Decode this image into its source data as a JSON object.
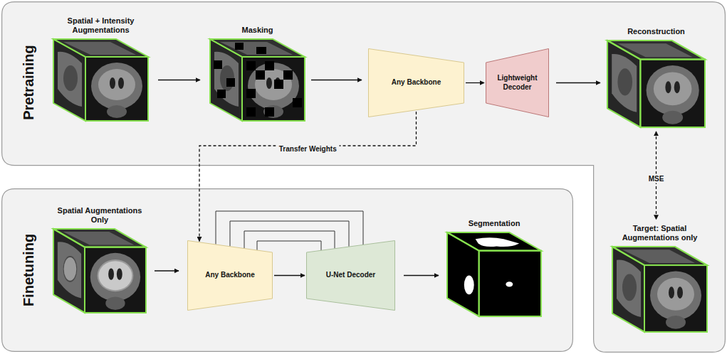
{
  "diagram": {
    "nodes": [
      {
        "text": [
          "Pretraining"
        ]
      },
      {
        "text": [
          "Spatial + Intensity Augmentations"
        ],
        "in": 0
      },
      {
        "text": [
          "Masking"
        ],
        "in": 0
      },
      {
        "text": [
          "Any Backbone"
        ],
        "in": 0
      },
      {
        "text": [
          "Lightweight Decoder"
        ],
        "in": 0
      },
      {
        "text": [
          "Reconstruction"
        ],
        "in": 0
      },
      {
        "text": [
          "Target: Spatial Augmentations only"
        ],
        "in": 0
      },
      {
        "text": [
          "Finetuning"
        ]
      },
      {
        "text": [
          "Spatial Augmentations Only"
        ],
        "in": 7
      },
      {
        "text": [
          "Any Backbone"
        ],
        "in": 7
      },
      {
        "text": [
          "U-Net Decoder"
        ],
        "in": 7
      },
      {
        "text": [
          "Segmentation"
        ],
        "in": 7
      }
    ],
    "edges": [
      {
        "from": 1,
        "to": 2,
        "arrow": "to"
      },
      {
        "from": 2,
        "to": 3,
        "arrow": "to"
      },
      {
        "from": 3,
        "to": 4,
        "arrow": "to"
      },
      {
        "from": 4,
        "to": 5,
        "arrow": "to"
      },
      {
        "from": 5,
        "to": 6,
        "label": "MSE",
        "arrow": "both"
      },
      {
        "from": 3,
        "to": 9,
        "label": "Transfer Weights",
        "arrow": "to"
      },
      {
        "from": 8,
        "to": 9,
        "arrow": "to"
      },
      {
        "from": 9,
        "to": 10,
        "arrow": "to"
      },
      {
        "from": 10,
        "to": 11,
        "arrow": "to"
      },
      {
        "from": 9,
        "to": 10,
        "arrow": "none"
      },
      {
        "from": 9,
        "to": 10,
        "arrow": "none"
      },
      {
        "from": 9,
        "to": 10,
        "arrow": "none"
      },
      {
        "from": 9,
        "to": 10,
        "arrow": "none"
      }
    ]
  }
}
